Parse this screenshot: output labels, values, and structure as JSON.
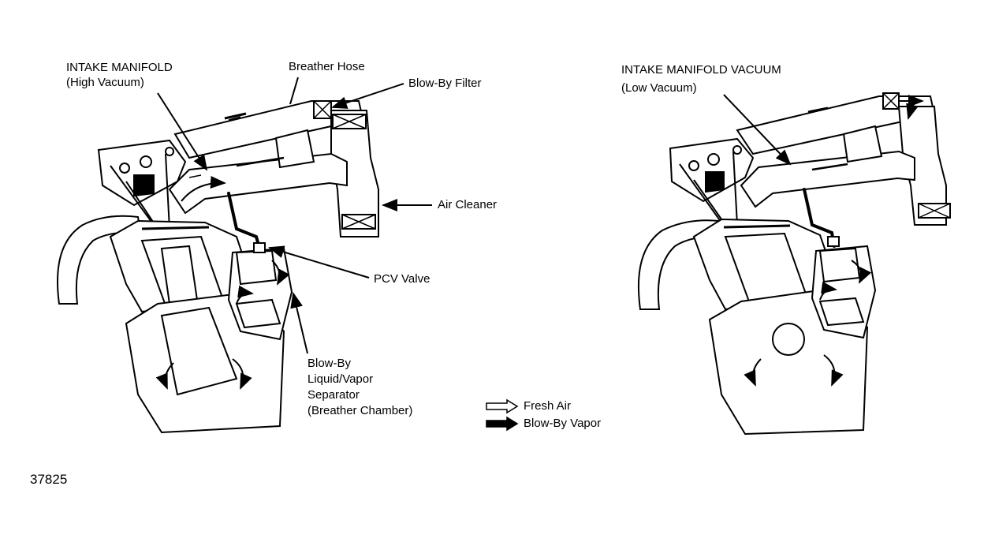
{
  "left_diagram": {
    "intake_manifold_title": "INTAKE MANIFOLD",
    "intake_manifold_sub": "(High Vacuum)",
    "breather_hose": "Breather Hose",
    "blow_by_filter": "Blow-By Filter",
    "air_cleaner": "Air Cleaner",
    "pcv_valve": "PCV Valve",
    "separator_lines": [
      "Blow-By",
      "Liquid/Vapor",
      "Separator",
      "(Breather Chamber)"
    ]
  },
  "right_diagram": {
    "intake_manifold_title": "INTAKE MANIFOLD VACUUM",
    "intake_manifold_sub": "(Low Vacuum)"
  },
  "legend": {
    "fresh_air": "Fresh Air",
    "blow_by_vapor": "Blow-By Vapor"
  },
  "figure_number": "37825",
  "colors": {
    "ink": "#000000",
    "paper": "#ffffff"
  }
}
